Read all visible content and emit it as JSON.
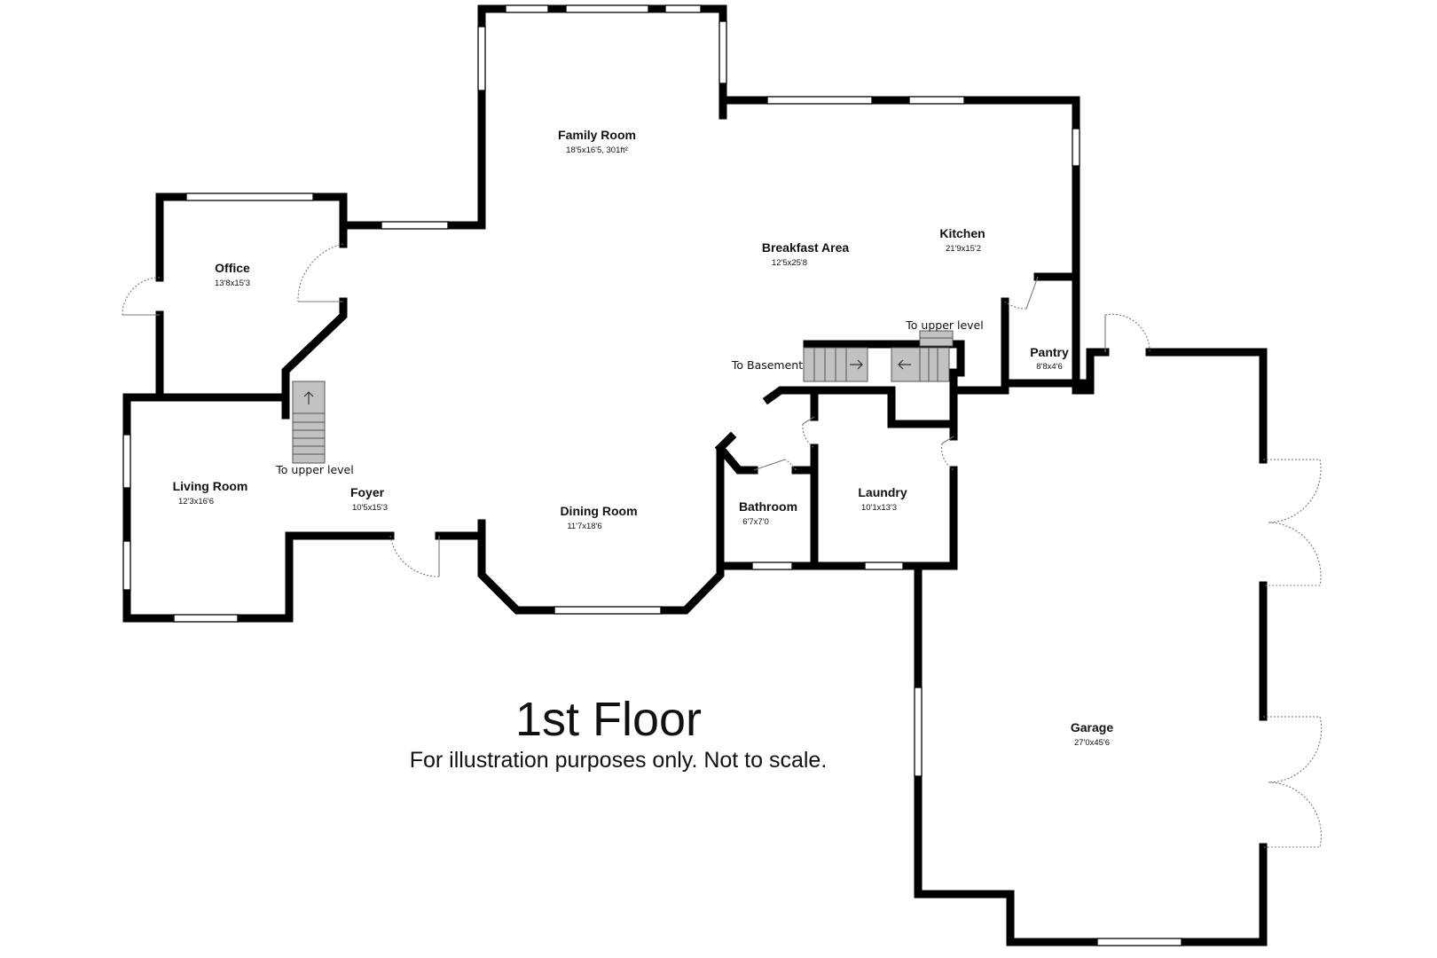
{
  "floor": {
    "title": "1st Floor",
    "subtitle": "For illustration purposes only. Not to scale."
  },
  "rooms": {
    "family_room": {
      "name": "Family Room",
      "dims": "18'5x16'5, 301ft²"
    },
    "office": {
      "name": "Office",
      "dims": "13'8x15'3"
    },
    "breakfast_area": {
      "name": "Breakfast Area",
      "dims": "12'5x25'8"
    },
    "kitchen": {
      "name": "Kitchen",
      "dims": "21'9x15'2"
    },
    "pantry": {
      "name": "Pantry",
      "dims": "8'8x4'6"
    },
    "living_room": {
      "name": "Living Room",
      "dims": "12'3x16'6"
    },
    "foyer": {
      "name": "Foyer",
      "dims": "10'5x15'3"
    },
    "dining_room": {
      "name": "Dining Room",
      "dims": "11'7x18'6"
    },
    "bathroom": {
      "name": "Bathroom",
      "dims": "6'7x7'0"
    },
    "laundry": {
      "name": "Laundry",
      "dims": "10'1x13'3"
    },
    "garage": {
      "name": "Garage",
      "dims": "27'0x45'6"
    }
  },
  "stairs": {
    "left_upper": "To upper level",
    "right_upper": "To upper level",
    "basement": "To Basement"
  }
}
